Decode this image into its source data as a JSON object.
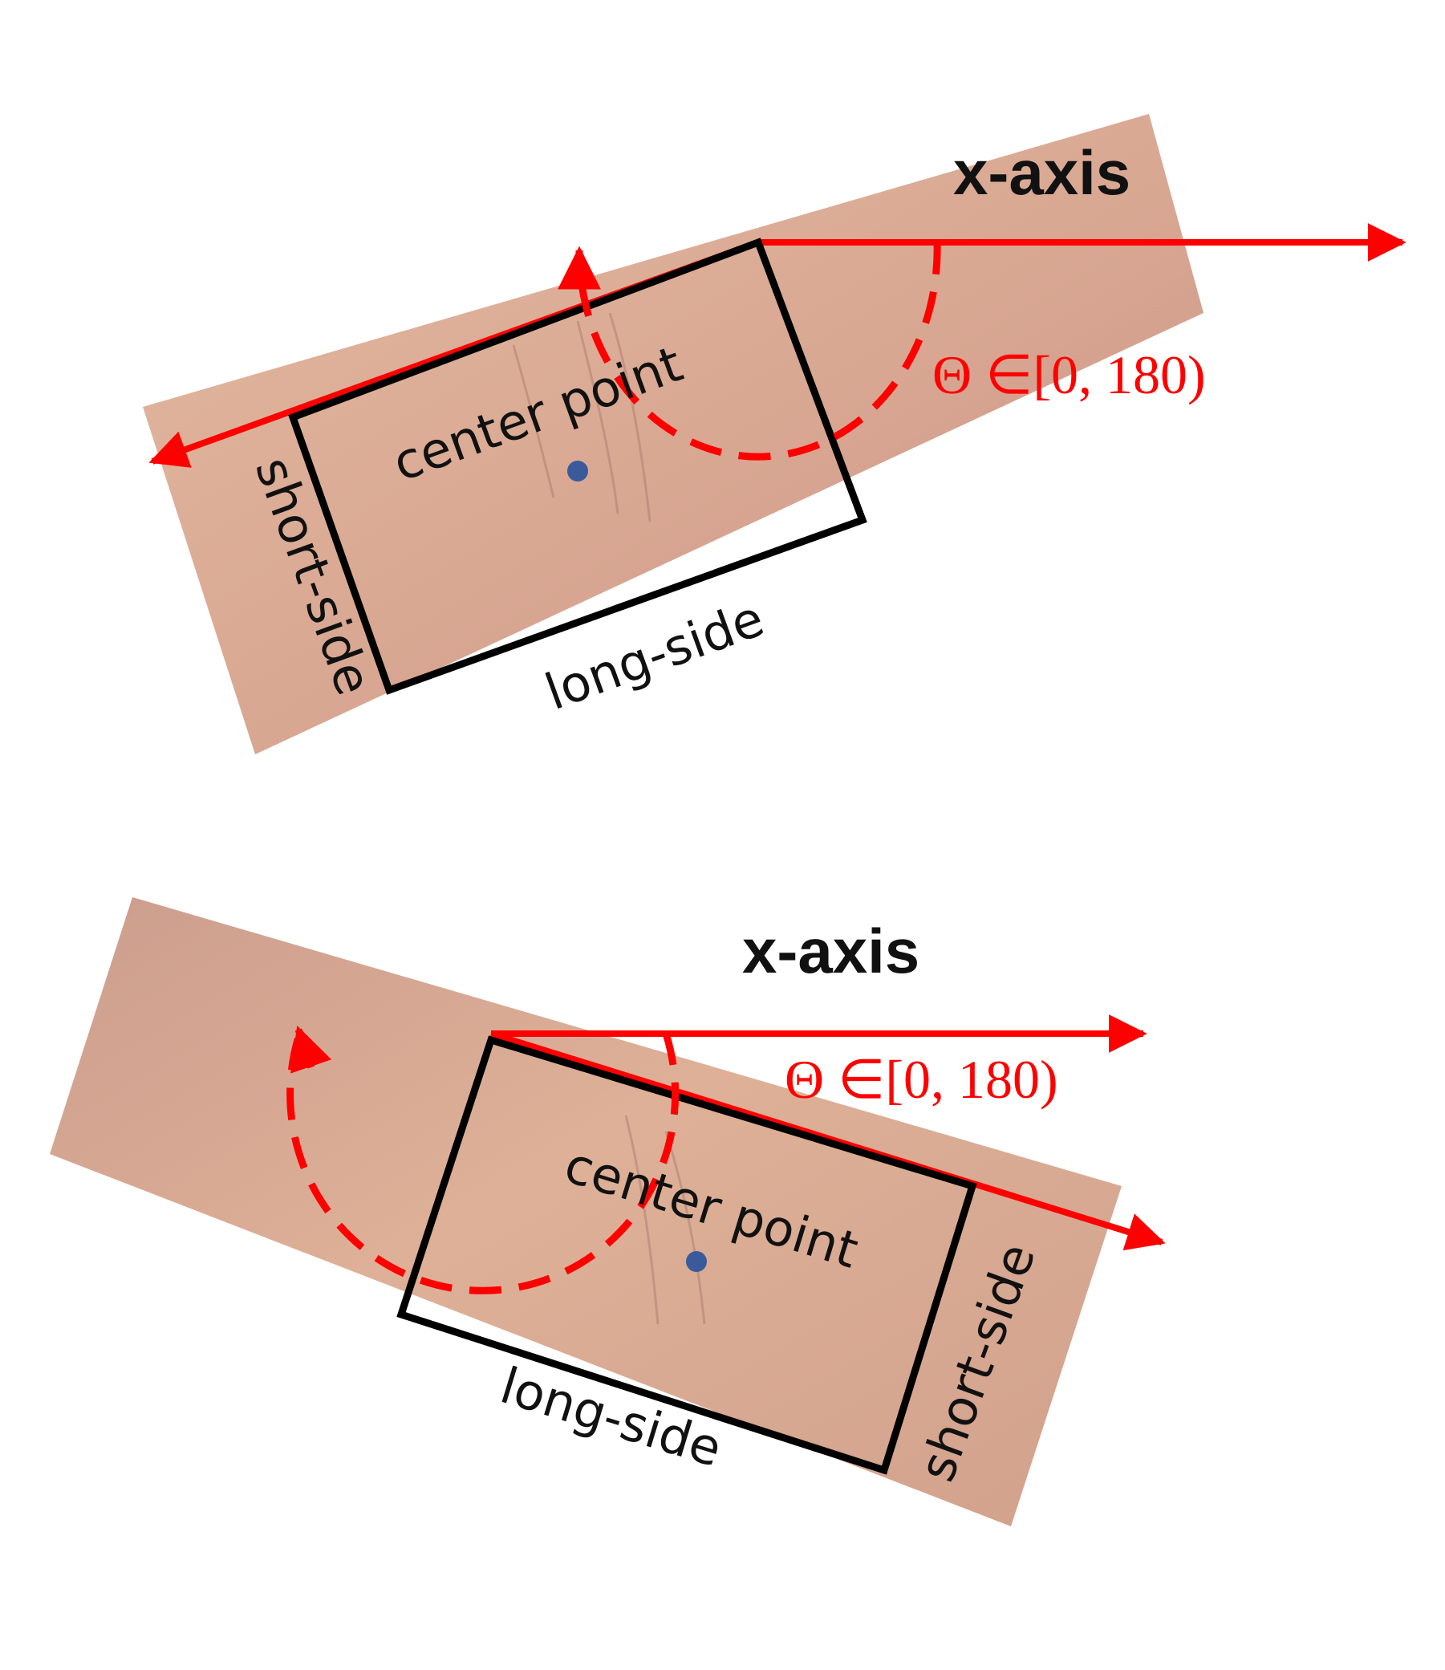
{
  "colors": {
    "skin_light": "#e0b196",
    "skin_mid": "#d09a88",
    "skin_dark": "#b98076",
    "arrow": "#ff0000",
    "box": "#000000",
    "center_dot": "#3a5a9c",
    "text": "#111111"
  },
  "panels": [
    {
      "axis_label": "x-axis",
      "angle_label": "Θ ∈[0, 180)",
      "center_label": "center point",
      "long_label": "long-side",
      "short_label": "short-side"
    },
    {
      "axis_label": "x-axis",
      "angle_label": "Θ ∈[0, 180)",
      "center_label": "center point",
      "long_label": "long-side",
      "short_label": "short-side"
    }
  ]
}
